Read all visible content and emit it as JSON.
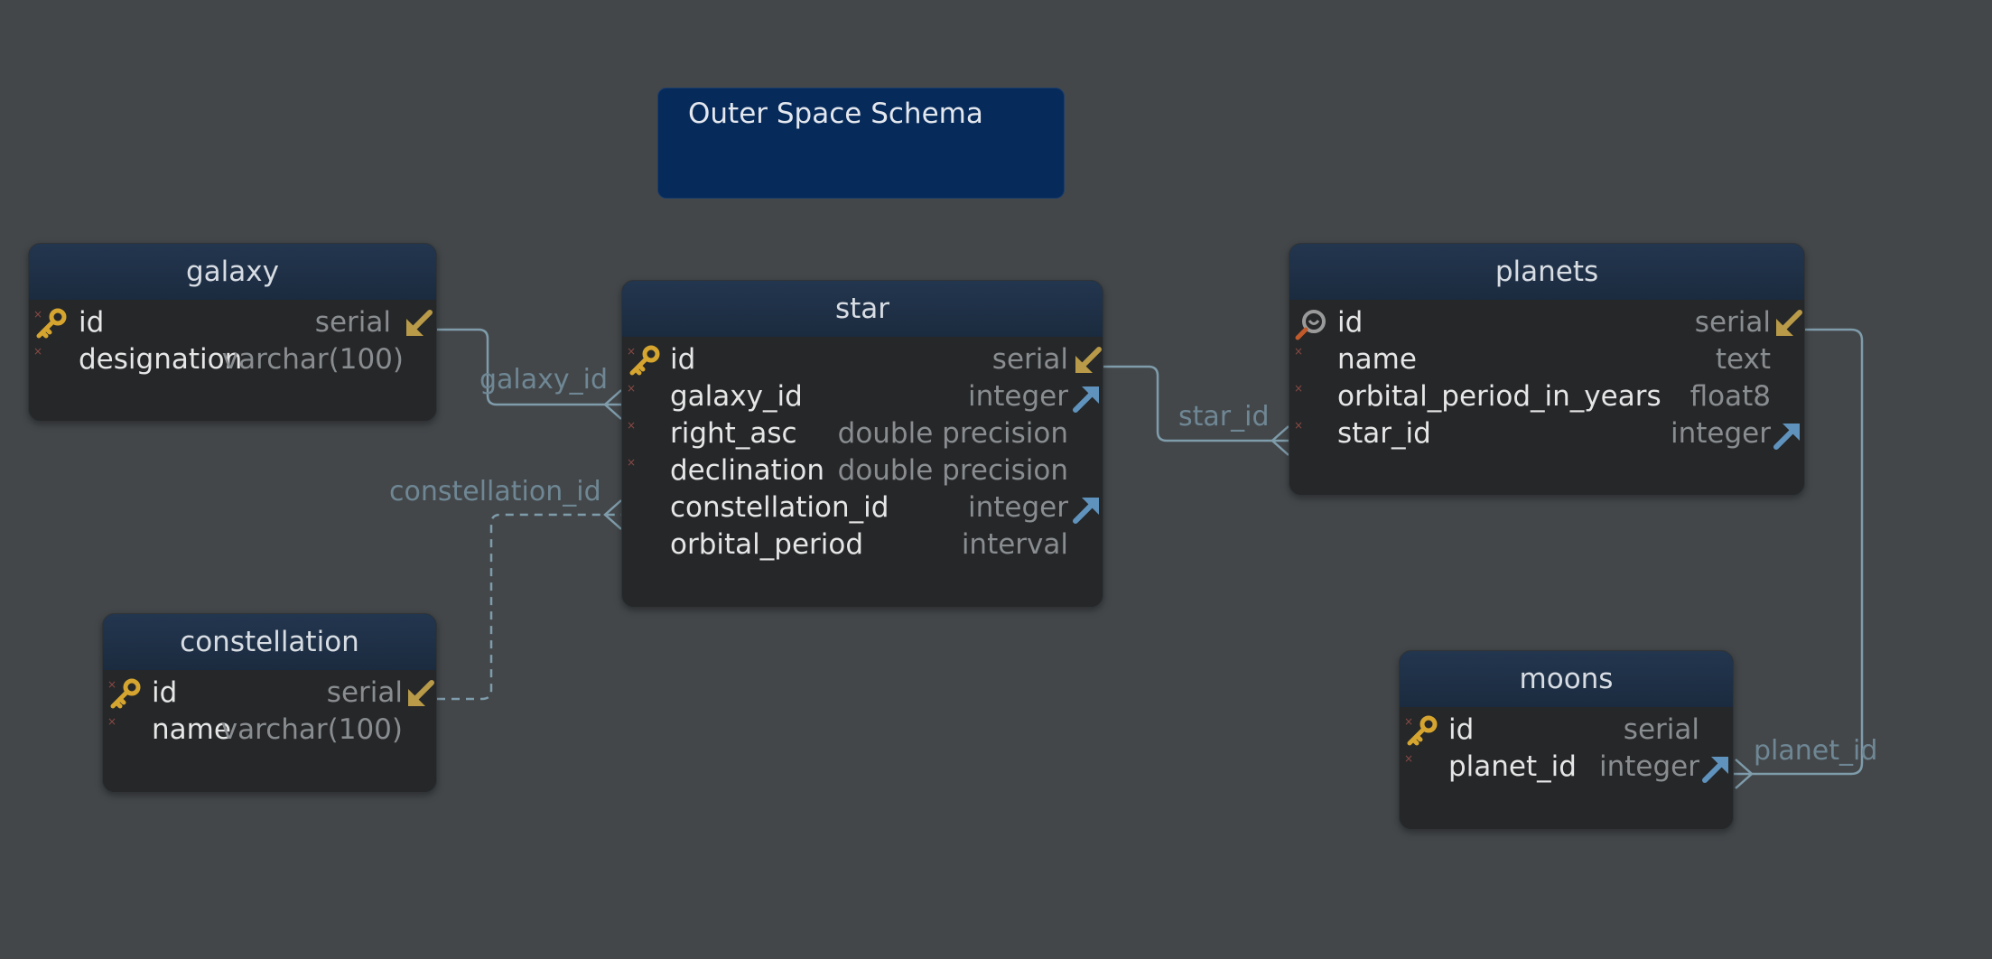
{
  "diagram_note": "Outer Space Schema",
  "tables": {
    "galaxy": {
      "title": "galaxy",
      "columns": [
        {
          "name": "id",
          "type": "serial"
        },
        {
          "name": "designation",
          "type": "varchar(100)"
        }
      ]
    },
    "star": {
      "title": "star",
      "columns": [
        {
          "name": "id",
          "type": "serial"
        },
        {
          "name": "galaxy_id",
          "type": "integer"
        },
        {
          "name": "right_asc",
          "type": "double precision"
        },
        {
          "name": "declination",
          "type": "double precision"
        },
        {
          "name": "constellation_id",
          "type": "integer"
        },
        {
          "name": "orbital_period",
          "type": "interval"
        }
      ]
    },
    "planets": {
      "title": "planets",
      "columns": [
        {
          "name": "id",
          "type": "serial"
        },
        {
          "name": "name",
          "type": "text"
        },
        {
          "name": "orbital_period_in_years",
          "type": "float8"
        },
        {
          "name": "star_id",
          "type": "integer"
        }
      ]
    },
    "constellation": {
      "title": "constellation",
      "columns": [
        {
          "name": "id",
          "type": "serial"
        },
        {
          "name": "name",
          "type": "varchar(100)"
        }
      ]
    },
    "moons": {
      "title": "moons",
      "columns": [
        {
          "name": "id",
          "type": "serial"
        },
        {
          "name": "planet_id",
          "type": "integer"
        }
      ]
    }
  },
  "relations": {
    "galaxy_id": "galaxy_id",
    "constellation_id": "constellation_id",
    "star_id": "star_id",
    "planet_id": "planet_id"
  },
  "icons": {
    "primary_key": "key-icon",
    "reference_out": "arrow-down-left-icon",
    "reference_in": "arrow-up-right-icon",
    "unique_key": "unique-key-icon",
    "not_null": "not-null-mark"
  },
  "colors": {
    "background": "#43474a",
    "header": "#1f3047",
    "note_bg": "#062a5a",
    "connector": "#7f9cab",
    "key_gold": "#d5a530",
    "ref_blue": "#5f93bd"
  }
}
